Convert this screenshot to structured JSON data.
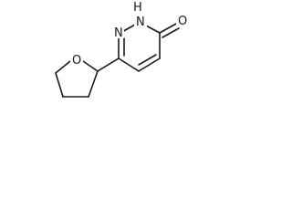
{
  "molecule": {
    "atoms": {
      "n1": "N",
      "n2": "N",
      "h_n2": "H",
      "o_carbonyl": "O",
      "o_ring": "O"
    }
  }
}
